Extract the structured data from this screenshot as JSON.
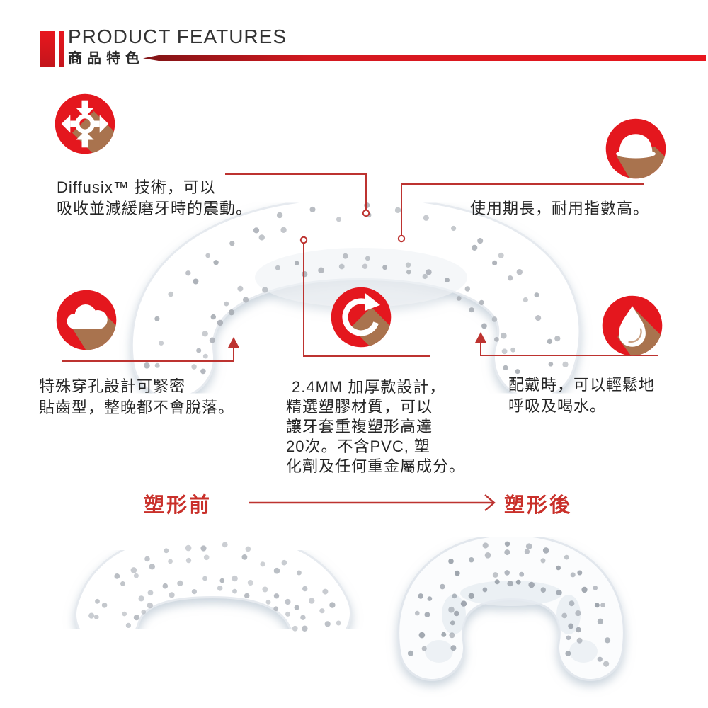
{
  "header": {
    "title_en": "PRODUCT FEATURES",
    "title_zh": "商品特色"
  },
  "features": {
    "diffusix": {
      "icon": "expand-arrows-icon",
      "line1": "Diffusix™ 技術，可以",
      "line2": "吸收並減緩磨牙時的震動。"
    },
    "durable": {
      "icon": "helmet-icon",
      "line1": "使用期長，耐用指數高。"
    },
    "perforation": {
      "icon": "cloud-icon",
      "line1": "特殊穿孔設計可緊密",
      "line2": "貼齒型，整晚都不會脫落。"
    },
    "thickness": {
      "icon": "refresh-icon",
      "line1": "2.4MM 加厚款設計，",
      "line2": "精選塑膠材質，可以",
      "line3": "讓牙套重複塑形高達",
      "line4": "20次。不含PVC, 塑",
      "line5": "化劑及任何重金屬成分。"
    },
    "breathe": {
      "icon": "water-drop-icon",
      "line1": "配戴時，可以輕鬆地",
      "line2": "呼吸及喝水。"
    }
  },
  "molding": {
    "before_label": "塑形前",
    "after_label": "塑形後"
  },
  "colors": {
    "icon_red": "#e4171e",
    "shadow_brown": "#a9734e",
    "connector_red": "#bd3330",
    "heading_red": "#c9302a",
    "text_dark": "#262626"
  }
}
